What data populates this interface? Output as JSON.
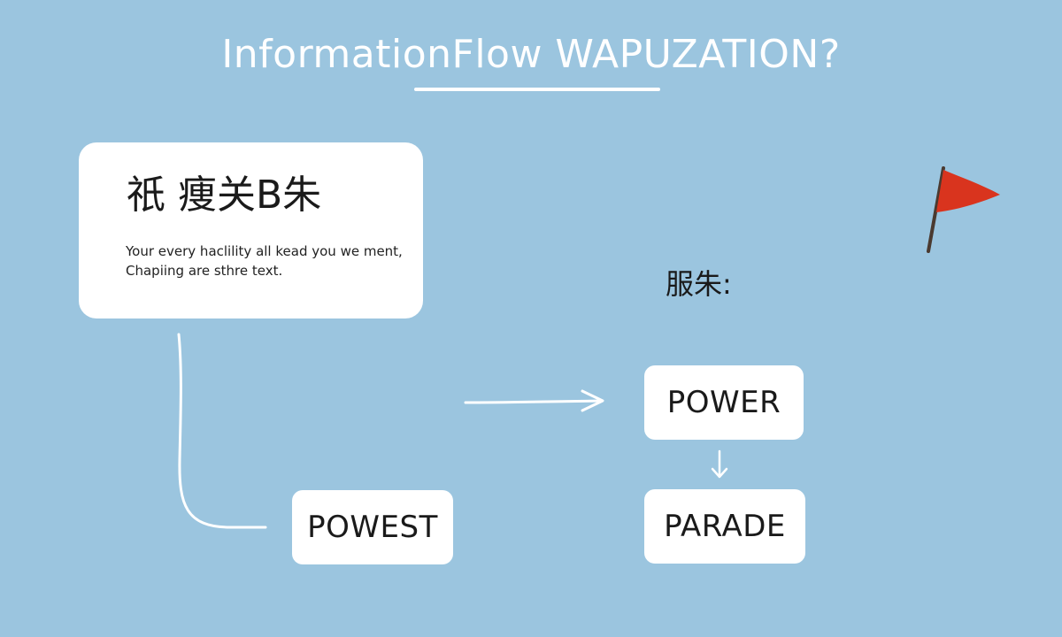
{
  "title": "InformationFlow WAPUZATION?",
  "card": {
    "heading": "祇 痩关B朱",
    "body_line_1": "Your every haclility all kead you we ment,",
    "body_line_2": "Chapiing are sthre text."
  },
  "side_label": "服朱:",
  "nodes": {
    "powest": "POWEST",
    "power": "POWER",
    "parade": "PARADE"
  },
  "colors": {
    "background": "#9bc5df",
    "box": "#ffffff",
    "flag": "#d9341e",
    "flag_pole": "#4a3a30"
  },
  "icons": {
    "flag": "red-flag-icon"
  }
}
